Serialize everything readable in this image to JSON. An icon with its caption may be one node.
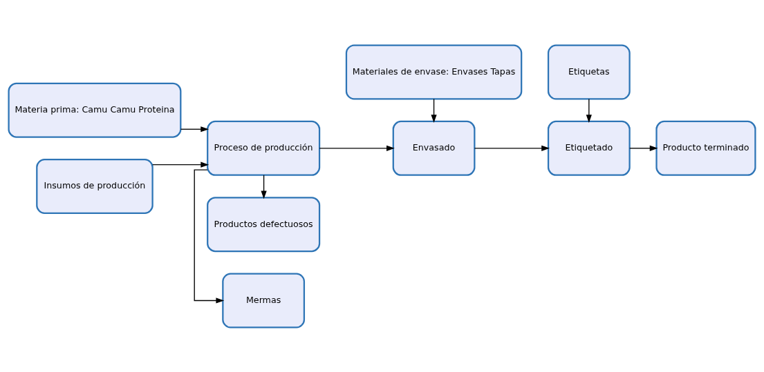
{
  "diagram": {
    "nodes": [
      {
        "text": [
          "Materia prima: Camu Camu Proteina"
        ]
      },
      {
        "text": [
          "Insumos de producción"
        ]
      },
      {
        "text": [
          "Mermas"
        ]
      },
      {
        "text": [
          "Proceso de producción"
        ]
      },
      {
        "text": [
          "Productos defectuosos"
        ]
      },
      {
        "text": [
          "Materiales de envase: Envases Tapas"
        ]
      },
      {
        "text": [
          "Envasado"
        ]
      },
      {
        "text": [
          "Etiquetas"
        ]
      },
      {
        "text": [
          "Etiquetado"
        ]
      },
      {
        "text": [
          "Producto terminado"
        ]
      }
    ],
    "edges": [
      {
        "from": 0,
        "to": 3,
        "arrow": "to"
      },
      {
        "from": 1,
        "to": 3,
        "arrow": "to"
      },
      {
        "from": 3,
        "to": 2,
        "arrow": "to"
      },
      {
        "from": 3,
        "to": 4,
        "arrow": "to"
      },
      {
        "from": 3,
        "to": 6,
        "arrow": "to"
      },
      {
        "from": 5,
        "to": 6,
        "arrow": "to"
      },
      {
        "from": 6,
        "to": 8,
        "arrow": "to"
      },
      {
        "from": 7,
        "to": 8,
        "arrow": "to"
      },
      {
        "from": 8,
        "to": 9,
        "arrow": "to"
      }
    ]
  }
}
